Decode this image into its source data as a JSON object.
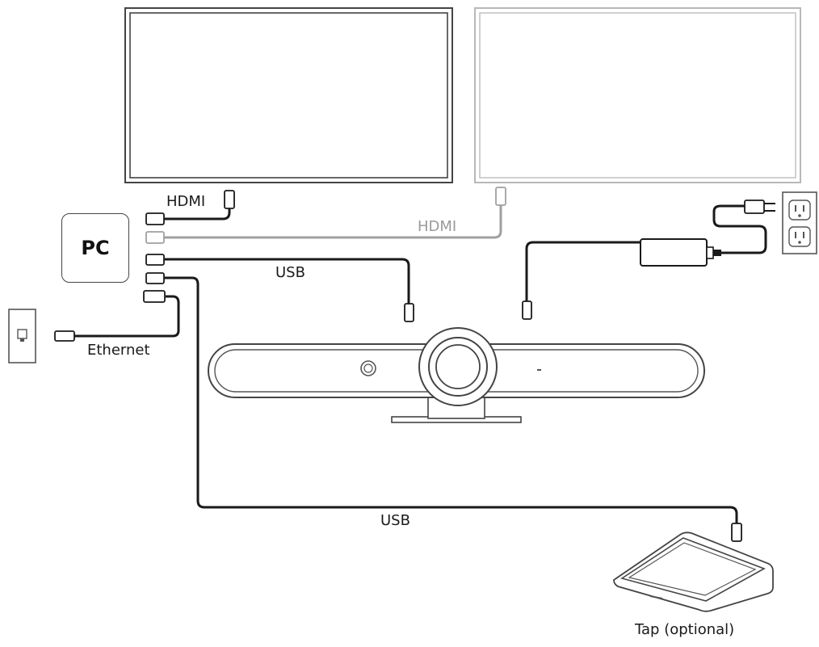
{
  "labels": {
    "pc": "PC",
    "hdmi_primary": "HDMI",
    "hdmi_secondary": "HDMI",
    "usb_camera": "USB",
    "usb_tap": "USB",
    "ethernet": "Ethernet",
    "tap": "Tap (optional)"
  },
  "colors": {
    "cable_dark": "#1a1a1a",
    "cable_grey": "#a0a0a0",
    "outline": "#444444",
    "light_outline": "#bdbdbd",
    "label_grey": "#9a9a9a"
  },
  "icons": {
    "primary_display": "monitor-icon",
    "secondary_display": "monitor-icon",
    "camera_bar": "video-bar-icon",
    "power_adapter": "power-brick-icon",
    "wall_outlet": "power-outlet-icon",
    "ethernet_jack": "ethernet-jack-icon",
    "tap_controller": "touch-controller-icon"
  }
}
